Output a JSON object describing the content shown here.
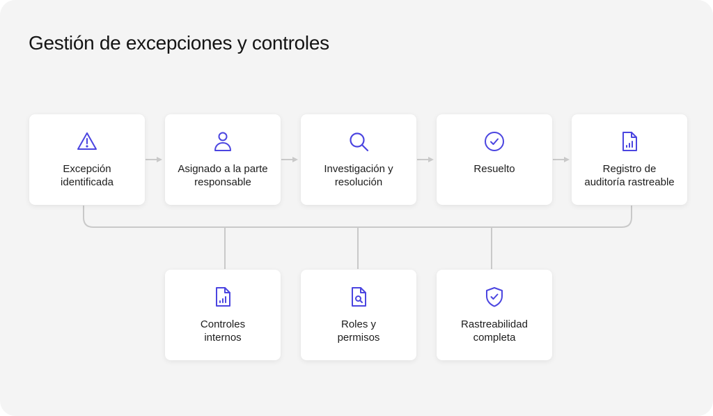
{
  "title": "Gestión de excepciones y controles",
  "colors": {
    "icon": "#4b45e0",
    "connector": "#c9c9c9",
    "background": "#f4f4f4"
  },
  "flow": [
    {
      "icon": "warning-icon",
      "label": [
        "Excepción",
        "identificada"
      ]
    },
    {
      "icon": "user-icon",
      "label": [
        "Asignado a la parte",
        "responsable"
      ]
    },
    {
      "icon": "search-icon",
      "label": [
        "Investigación y",
        "resolución"
      ]
    },
    {
      "icon": "check-circle-icon",
      "label": [
        "Resuelto"
      ]
    },
    {
      "icon": "report-icon",
      "label": [
        "Registro de",
        "auditoría rastreable"
      ]
    }
  ],
  "controls": [
    {
      "icon": "report-icon",
      "label": [
        "Controles",
        "internos"
      ]
    },
    {
      "icon": "document-search-icon",
      "label": [
        "Roles y",
        "permisos"
      ]
    },
    {
      "icon": "shield-check-icon",
      "label": [
        "Rastreabilidad",
        "completa"
      ]
    }
  ]
}
